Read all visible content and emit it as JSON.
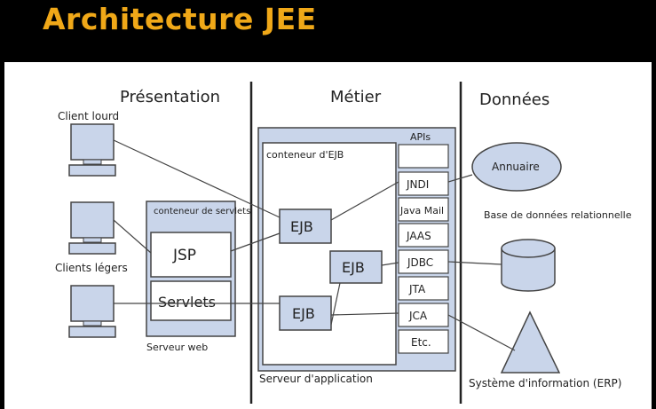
{
  "title": "Architecture JEE",
  "columns": {
    "presentation": "Présentation",
    "metier": "Métier",
    "donnees": "Données"
  },
  "clients": {
    "lourd": "Client lourd",
    "legers": "Clients légers"
  },
  "web": {
    "container": "conteneur de servlets",
    "jsp": "JSP",
    "servlets": "Servlets",
    "server": "Serveur web"
  },
  "app": {
    "ejb_container": "conteneur d'EJB",
    "ejb": "EJB",
    "server": "Serveur d'application"
  },
  "apis": [
    "APIs",
    "JNDI",
    "Java Mail",
    "JAAS",
    "JDBC",
    "JTA",
    "JCA",
    "Etc."
  ],
  "data": {
    "annuaire": "Annuaire",
    "bdd": "Base de données relationnelle",
    "si": "Système d'information (ERP)"
  },
  "colors": {
    "title": "#f0a818",
    "box_fill": "#c9d5ea",
    "box_stroke": "#4a4a4a"
  }
}
